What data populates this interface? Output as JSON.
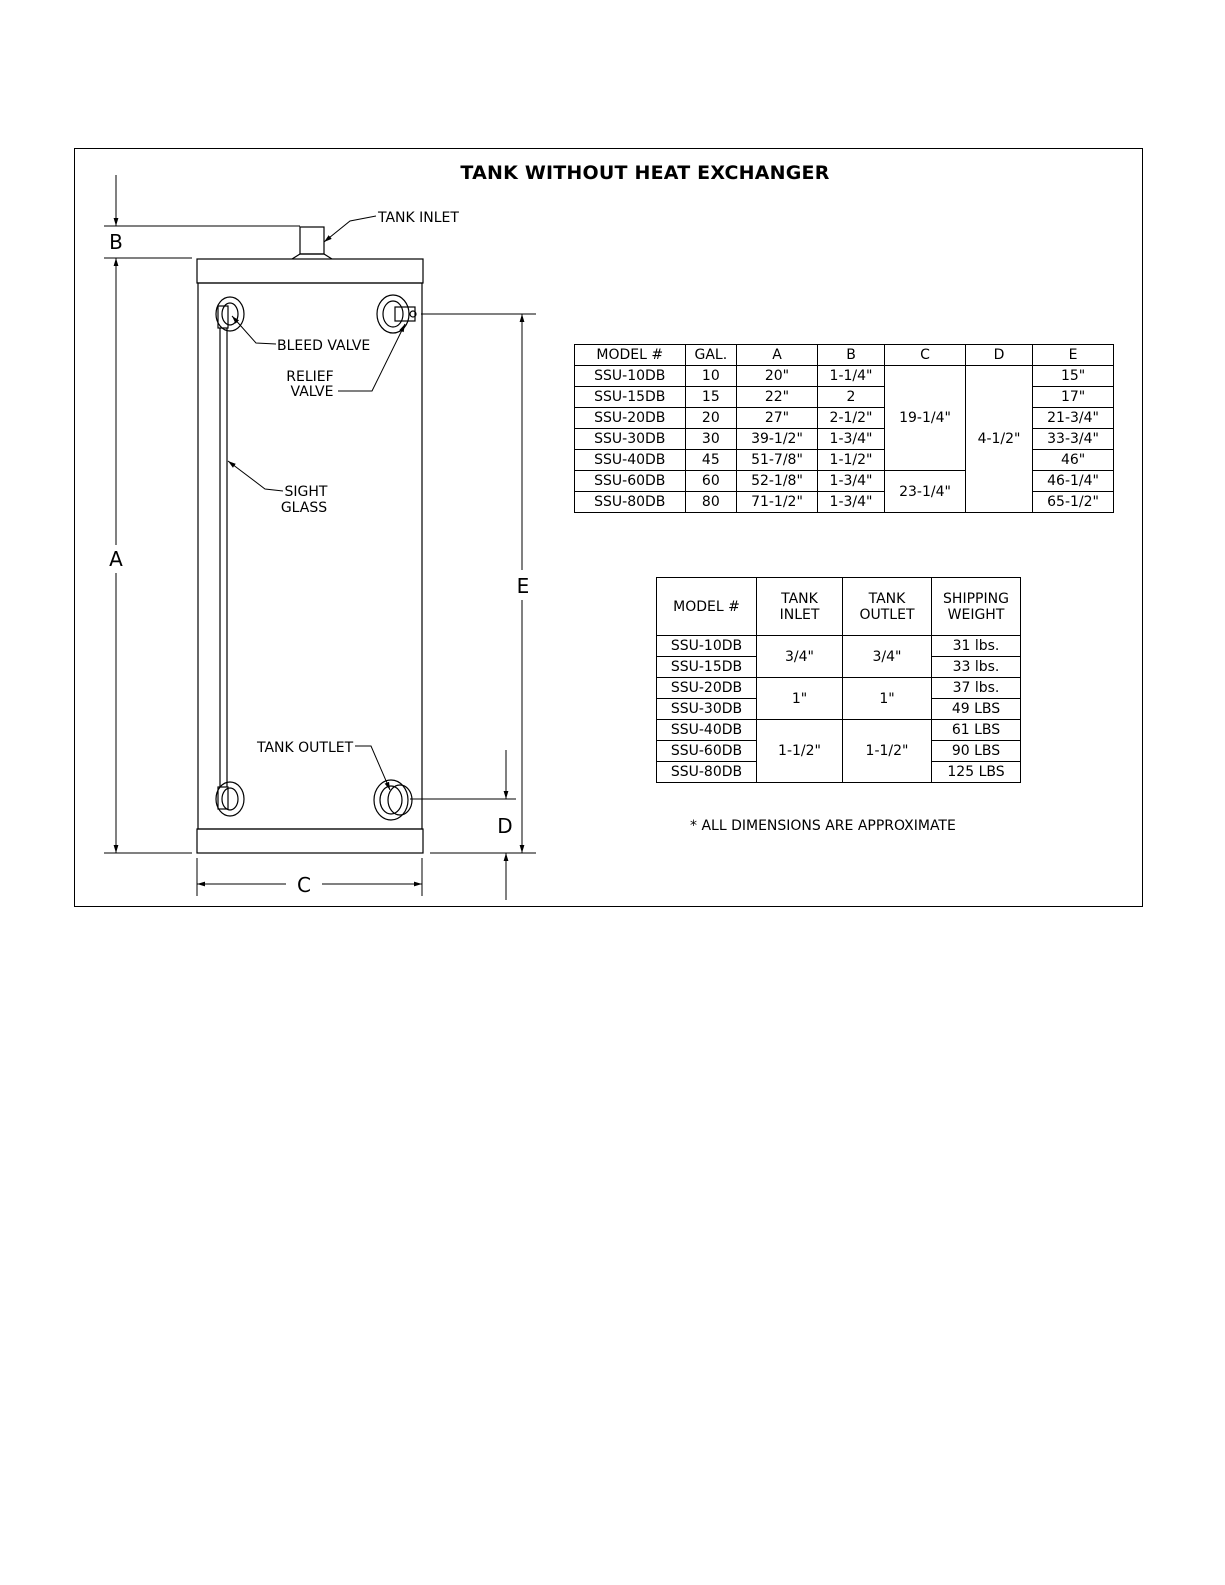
{
  "title": "TANK WITHOUT HEAT EXCHANGER",
  "labels": {
    "tank_inlet": "TANK INLET",
    "bleed_valve": "BLEED VALVE",
    "relief_valve_1": "RELIEF",
    "relief_valve_2": "VALVE",
    "sight_glass_1": "SIGHT",
    "sight_glass_2": "GLASS",
    "tank_outlet": "TANK OUTLET",
    "dim_a": "A",
    "dim_b": "B",
    "dim_c": "C",
    "dim_d": "D",
    "dim_e": "E"
  },
  "dimension_table": {
    "headers": [
      "MODEL #",
      "GAL.",
      "A",
      "B",
      "C",
      "D",
      "E"
    ],
    "rows": [
      {
        "model": "SSU-10DB",
        "gal": "10",
        "a": "20\"",
        "b": "1-1/4\"",
        "e": "15\""
      },
      {
        "model": "SSU-15DB",
        "gal": "15",
        "a": "22\"",
        "b": "2",
        "e": "17\""
      },
      {
        "model": "SSU-20DB",
        "gal": "20",
        "a": "27\"",
        "b": "2-1/2\"",
        "e": "21-3/4\""
      },
      {
        "model": "SSU-30DB",
        "gal": "30",
        "a": "39-1/2\"",
        "b": "1-3/4\"",
        "e": "33-3/4\""
      },
      {
        "model": "SSU-40DB",
        "gal": "45",
        "a": "51-7/8\"",
        "b": "1-1/2\"",
        "e": "46\""
      },
      {
        "model": "SSU-60DB",
        "gal": "60",
        "a": "52-1/8\"",
        "b": "1-3/4\"",
        "e": "46-1/4\""
      },
      {
        "model": "SSU-80DB",
        "gal": "80",
        "a": "71-1/2\"",
        "b": "1-3/4\"",
        "e": "65-1/2\""
      }
    ],
    "c_group_1": "19-1/4\"",
    "c_group_2": "23-1/4\"",
    "d_all": "4-1/2\""
  },
  "connection_table": {
    "headers": {
      "model": "MODEL #",
      "inlet_1": "TANK",
      "inlet_2": "INLET",
      "outlet_1": "TANK",
      "outlet_2": "OUTLET",
      "weight_1": "SHIPPING",
      "weight_2": "WEIGHT"
    },
    "models": [
      "SSU-10DB",
      "SSU-15DB",
      "SSU-20DB",
      "SSU-30DB",
      "SSU-40DB",
      "SSU-60DB",
      "SSU-80DB"
    ],
    "inlet_groups": [
      "3/4\"",
      "1\"",
      "1-1/2\""
    ],
    "outlet_groups": [
      "3/4\"",
      "1\"",
      "1-1/2\""
    ],
    "weights": [
      "31 lbs.",
      "33 lbs.",
      "37 lbs.",
      "49 LBS",
      "61 LBS",
      "90 LBS",
      "125 LBS"
    ]
  },
  "note": "* ALL DIMENSIONS ARE APPROXIMATE"
}
